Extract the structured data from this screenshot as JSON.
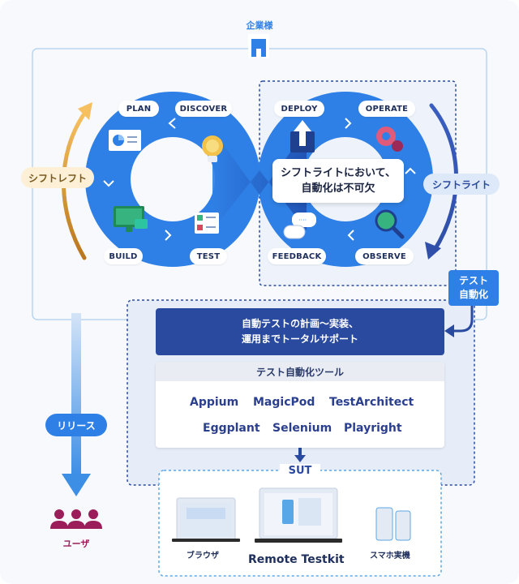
{
  "enterprise": {
    "label": "企業様"
  },
  "phases": {
    "plan": "PLAN",
    "discover": "DISCOVER",
    "build": "BUILD",
    "test": "TEST",
    "deploy": "DEPLOY",
    "operate": "OPERATE",
    "feedback": "FEEDBACK",
    "observe": "OBSERVE"
  },
  "shift_left": "シフトレフト",
  "shift_right": "シフトライト",
  "callout": {
    "line1": "シフトライトにおいて、",
    "line2": "自動化は不可欠"
  },
  "test_automation": {
    "line1": "テスト",
    "line2": "自動化"
  },
  "support": {
    "line1": "自動テストの計画〜実装、",
    "line2": "運用までトータルサポート"
  },
  "tools": {
    "header": "テスト自動化ツール",
    "row1": [
      "Appium",
      "MagicPod",
      "TestArchitect"
    ],
    "row2": [
      "Eggplant",
      "Selenium",
      "Playright"
    ]
  },
  "release": "リリース",
  "user": "ユーザ",
  "sut": {
    "label": "SUT",
    "browser": "ブラウザ",
    "main": "Remote Testkit",
    "smartphone": "スマホ実機"
  },
  "colors": {
    "loop_blue": "#2f80e6",
    "dark_blue": "#2a4a9f",
    "shift_left": "#f0a030",
    "user": "#9b1d5a"
  }
}
